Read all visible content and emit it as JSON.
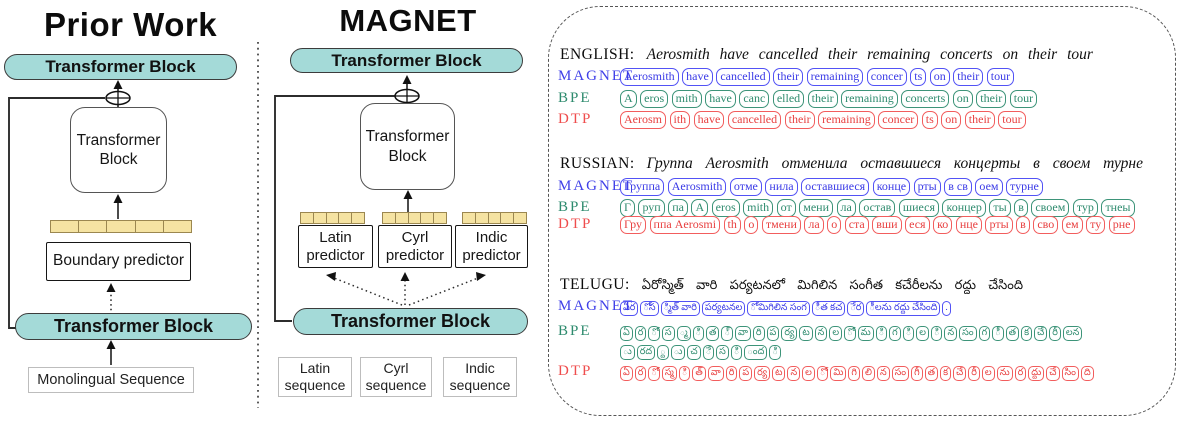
{
  "colors": {
    "teal_block": "#a4dad8",
    "embedding_yellow": "#f5e3a2",
    "magnet_blue": "#4040e8",
    "bpe_green": "#2e8b6e",
    "dtp_red": "#ef4d4d"
  },
  "prior": {
    "title": "Prior Work",
    "top_block": "Transformer Block",
    "mid_block": "Transformer Block",
    "boundary_predictor": "Boundary predictor",
    "bottom_block": "Transformer Block",
    "input": "Monolingual Sequence"
  },
  "magnet": {
    "title": "MAGNET",
    "top_block": "Transformer Block",
    "mid_block": "Transformer Block",
    "predictors": [
      {
        "l1": "Latin",
        "l2": "predictor"
      },
      {
        "l1": "Cyrl",
        "l2": "predictor"
      },
      {
        "l1": "Indic",
        "l2": "predictor"
      }
    ],
    "bottom_block": "Transformer Block",
    "sequences": [
      {
        "l1": "Latin",
        "l2": "sequence"
      },
      {
        "l1": "Cyrl",
        "l2": "sequence"
      },
      {
        "l1": "Indic",
        "l2": "sequence"
      }
    ]
  },
  "row_labels": {
    "magnet": "MAGNET",
    "bpe": "BPE",
    "dtp": "DTP"
  },
  "examples": {
    "english": {
      "label": "ENGLISH:",
      "sentence": "Aerosmith have cancelled their remaining concerts on their tour",
      "magnet": [
        "Aerosmith",
        "have",
        "cancelled",
        "their",
        "remaining",
        "concer",
        "ts",
        "on",
        "their",
        "tour"
      ],
      "bpe": [
        "A",
        "eros",
        "mith",
        "have",
        "canc",
        "elled",
        "their",
        "remaining",
        "concerts",
        "on",
        "their",
        "tour"
      ],
      "dtp": [
        "Aerosm",
        "ith",
        "have",
        "cancelled",
        "their",
        "remaining",
        "concer",
        "ts",
        "on",
        "their",
        "tour"
      ]
    },
    "russian": {
      "label": "RUSSIAN:",
      "sentence": "Группа Aerosmith отменила оставшиеся концерты в своем турне",
      "magnet": [
        "Группа",
        "Aerosmith",
        "отме",
        "нила",
        "оставшиеся",
        "конце",
        "рты",
        "в св",
        "оем",
        "турне"
      ],
      "bpe": [
        "Г",
        "руп",
        "па",
        "A",
        "eros",
        "mith",
        "от",
        "мени",
        "ла",
        "остав",
        "шиеся",
        "концер",
        "ты",
        "в",
        "своем",
        "тур",
        "тнеы"
      ],
      "dtp": [
        "Гру",
        "ппа Aerosmi",
        "th",
        "о",
        "тмени",
        "ла",
        "о",
        "ста",
        "вши",
        "еся",
        "ко",
        "нце",
        "рты",
        "в",
        "сво",
        "ем",
        "ту",
        "рне"
      ]
    },
    "telugu": {
      "label": "TELUGU:",
      "sentence": "ఏరోస్మిత్ వారి పర్యటనలో మిగిలిన సంగీత కచేరీలను రద్దు చేసింది",
      "magnet": [
        "ఏర",
        "ోస",
        "్మిత్ వారి",
        "పర్యటనల",
        "ో మిగిలిన సంగ",
        "ీత కచ",
        "ేర",
        "ీలను రద్దు చేసింది",
        "."
      ],
      "bpe_line1": [
        "ఏ",
        "ర",
        "ో",
        "స",
        "్మ",
        "ి",
        "త",
        "్",
        "వా",
        "రి",
        "ప",
        "ర్య",
        "ట",
        "న",
        "ల",
        "ో",
        "మ",
        "ి",
        "గ",
        "ి",
        "ల",
        "ి",
        "న",
        "సం",
        "గ",
        "ీ",
        "త",
        "క",
        "చే",
        "రీ",
        "లన"
      ],
      "bpe_line2": [
        "ు",
        "రద",
        "్ద",
        "ు",
        "చ",
        "ే",
        "స",
        "ి",
        "ంద",
        "ి"
      ],
      "dtp": [
        "ఏ",
        "ర",
        "ో",
        "స్మ",
        "ి",
        "త్",
        "వా",
        "రి",
        "ప",
        "ర్య",
        "ట",
        "న",
        "ల",
        "ో",
        "మి",
        "గి",
        "లి",
        "న",
        "సం",
        "గీ",
        "త",
        "క",
        "చే",
        "రీ",
        "ల",
        "ను",
        "ర",
        "ద్దు",
        "చే",
        "సిం",
        "ది"
      ]
    }
  }
}
